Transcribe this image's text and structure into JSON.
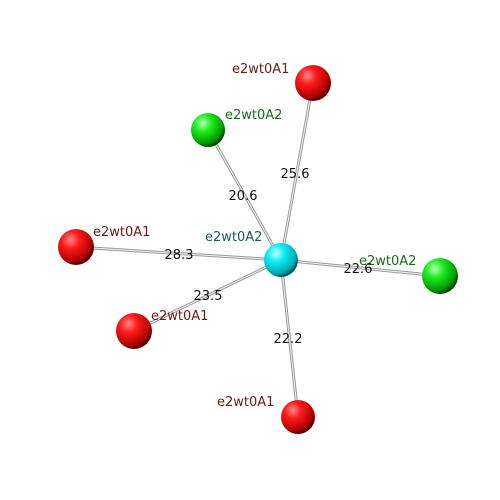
{
  "colors": {
    "background": "#ffffff",
    "center_atom": "#00e5ee",
    "red_atom": "#ff0000",
    "green_atom": "#00ee00",
    "bond": "#b8b8b8",
    "label_red": "#6b1a1a",
    "label_green": "#1a6b1a",
    "label_center": "#1a5a5a",
    "bond_text": "#111111"
  },
  "center": {
    "label": "e2wt0A2",
    "kind": "center"
  },
  "neighbors": [
    {
      "id": "n1",
      "label": "e2wt0A1",
      "kind": "red",
      "distance": "25.6"
    },
    {
      "id": "n2",
      "label": "e2wt0A2",
      "kind": "green",
      "distance": "20.6"
    },
    {
      "id": "n3",
      "label": "e2wt0A1",
      "kind": "red",
      "distance": "28.3"
    },
    {
      "id": "n4",
      "label": "e2wt0A2",
      "kind": "green",
      "distance": "22.6"
    },
    {
      "id": "n5",
      "label": "e2wt0A1",
      "kind": "red",
      "distance": "23.5"
    },
    {
      "id": "n6",
      "label": "e2wt0A1",
      "kind": "red",
      "distance": "22.2"
    },
    {
      "id": "n7",
      "label": "e2wt0A1",
      "kind": "red",
      "distance": ""
    }
  ]
}
